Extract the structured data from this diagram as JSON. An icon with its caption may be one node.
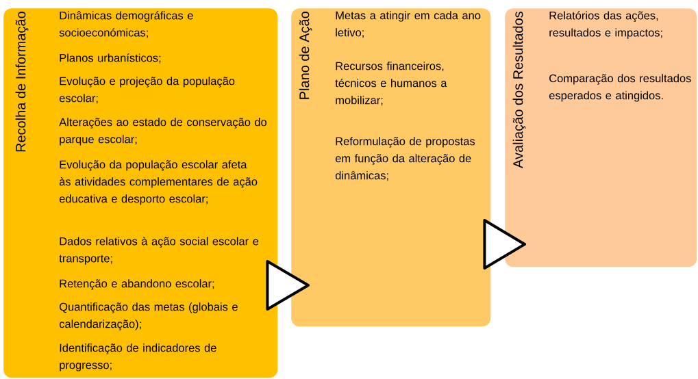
{
  "diagram": {
    "nodes": [
      {
        "text": [
          "Recolha de Informação",
          "Dinâmicas demográficas e socioeconómicas;",
          "Planos urbanísticos;",
          "Evolução e projeção da população escolar;",
          "Alterações ao estado de conservação do parque escolar;",
          "Evolução da população escolar afeta às atividades complementares de ação educativa e desporto escolar;",
          "Dados relativos à ação social escolar e transporte;",
          "Retenção e abandono escolar;",
          "Quantificação das metas (globais e calendarização);",
          "Identificação de indicadores de progresso;"
        ]
      },
      {
        "text": [
          "Plano de Ação",
          "Metas a atingir em cada ano letivo;",
          "Recursos financeiros, técnicos e humanos a mobilizar;",
          "Reformulação de propostas em função da alteração de dinâmicas;"
        ]
      },
      {
        "text": [
          "Avaliação dos Resultados",
          "Relatórios das ações, resultados e impactos;",
          "Comparação dos resultados esperados e atingidos."
        ]
      }
    ],
    "edges": [
      {
        "from": 0,
        "to": 1,
        "arrow": "to"
      },
      {
        "from": 1,
        "to": 2,
        "arrow": "to"
      }
    ]
  }
}
